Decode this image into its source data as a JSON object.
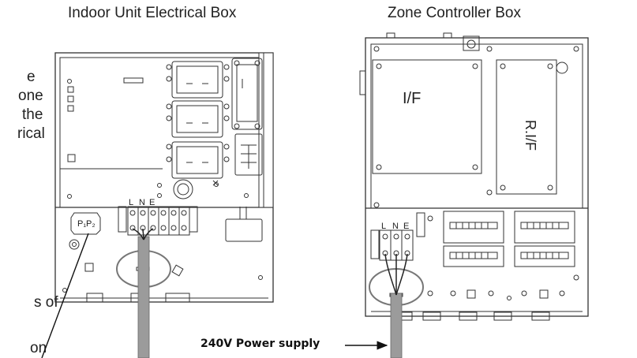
{
  "titles": {
    "indoor_unit": "Indoor Unit Electrical Box",
    "zone_controller": "Zone Controller Box"
  },
  "side_text": {
    "line1": "e",
    "line2": "one",
    "line3": "the",
    "line4": "rical",
    "line5": "s of",
    "line6": "on"
  },
  "indoor_terminals": {
    "labels": [
      "L",
      "N",
      "E"
    ],
    "p_label": "P₁P₂"
  },
  "zone_boards": {
    "if_label": "I/F",
    "rif_label": "R.I/F",
    "terminal_labels": [
      "L",
      "N",
      "E"
    ]
  },
  "power_supply_label": "240V Power supply"
}
